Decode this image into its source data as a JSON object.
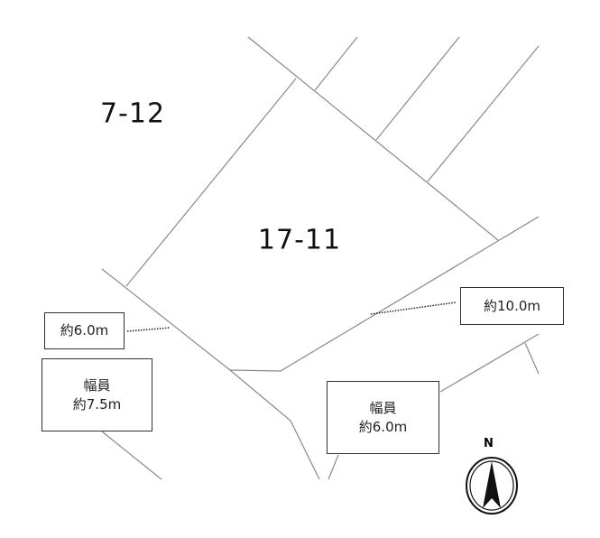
{
  "lots": {
    "main": "17-11",
    "neighbor": "7-12"
  },
  "frontage": {
    "left": "約6.0m",
    "right": "約10.0m"
  },
  "roads": {
    "left": {
      "title": "幅員",
      "width": "約7.5m"
    },
    "right": {
      "title": "幅員",
      "width": "約6.0m"
    }
  },
  "compass": {
    "label": "N"
  },
  "colors": {
    "line": "#8a8a8a",
    "text": "#111111"
  }
}
